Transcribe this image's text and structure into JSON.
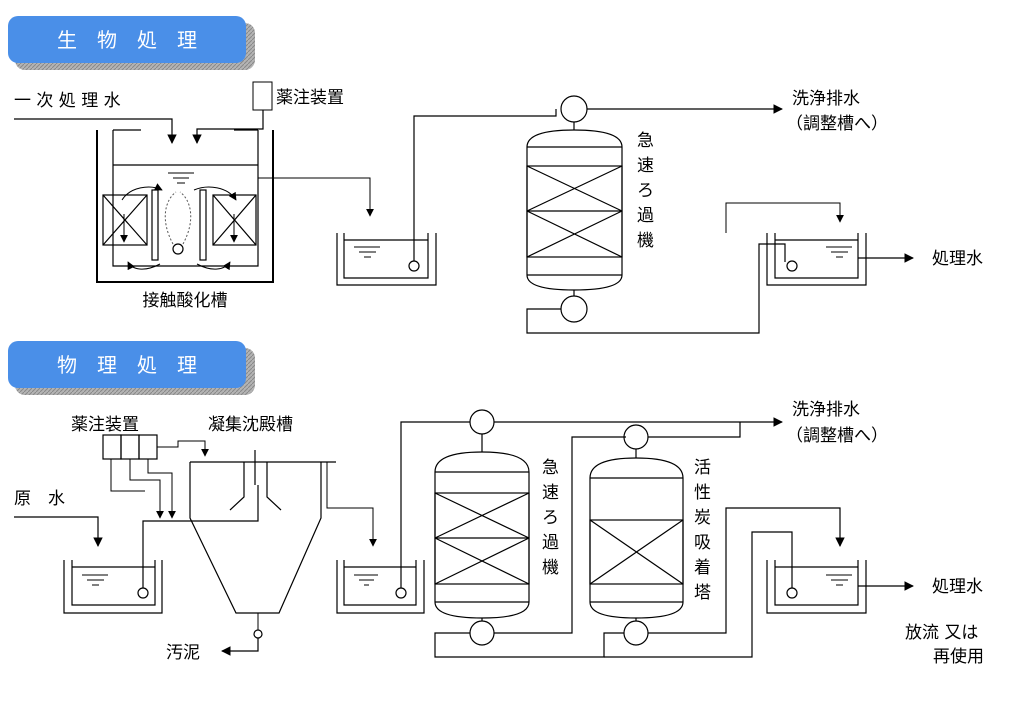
{
  "sections": {
    "bio": {
      "title": "生　物　処　理"
    },
    "phys": {
      "title": "物　理　処　理"
    }
  },
  "bio": {
    "primary_water": "一 次 処 理 水",
    "chem_inject": "薬注装置",
    "contact_tank": "接触酸化槽",
    "rapid_filter": [
      "急",
      "速",
      "ろ",
      "過",
      "機"
    ],
    "wash_drain_1": "洗浄排水",
    "wash_drain_2": "（調整槽へ）",
    "treated_water": "処理水"
  },
  "phys": {
    "chem_inject": "薬注装置",
    "coag_tank": "凝集沈殿槽",
    "raw_water": "原　水",
    "sludge": "汚泥",
    "rapid_filter": [
      "急",
      "速",
      "ろ",
      "過",
      "機"
    ],
    "carbon_tower": [
      "活",
      "性",
      "炭",
      "吸",
      "着",
      "塔"
    ],
    "wash_drain_1": "洗浄排水",
    "wash_drain_2": "（調整槽へ）",
    "treated_water": "処理水",
    "discharge_1": "放流 又は",
    "discharge_2": "再使用"
  },
  "colors": {
    "header_bg": "#4a8fe8",
    "header_shadow": "#9a9a9a",
    "header_text": "#ffffff",
    "line": "#000000"
  }
}
